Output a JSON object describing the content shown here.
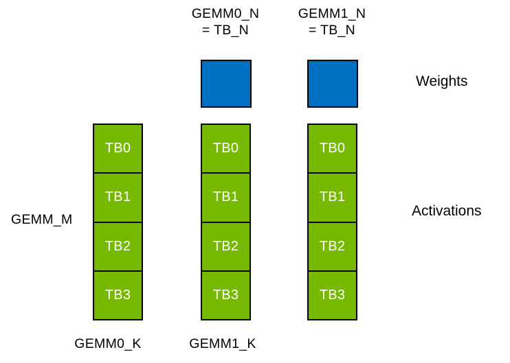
{
  "diagram": {
    "column_headers": [
      {
        "line1": "GEMM0_N",
        "line2": "= TB_N"
      },
      {
        "line1": "GEMM1_N",
        "line2": "= TB_N"
      }
    ],
    "row_labels": {
      "weights": "Weights",
      "activations": "Activations"
    },
    "left_label": "GEMM_M",
    "bottom_labels": [
      "GEMM0_K",
      "GEMM1_K"
    ],
    "activation_columns": [
      {
        "cells": [
          "TB0",
          "TB1",
          "TB2",
          "TB3"
        ]
      },
      {
        "cells": [
          "TB0",
          "TB1",
          "TB2",
          "TB3"
        ]
      },
      {
        "cells": [
          "TB0",
          "TB1",
          "TB2",
          "TB3"
        ]
      }
    ],
    "colors": {
      "weights_blue": "#0070C0",
      "activations_green": "#76B900",
      "border": "#000000",
      "cell_text": "#FFFFFF",
      "label_text": "#000000",
      "background": "#FFFFFF"
    }
  }
}
